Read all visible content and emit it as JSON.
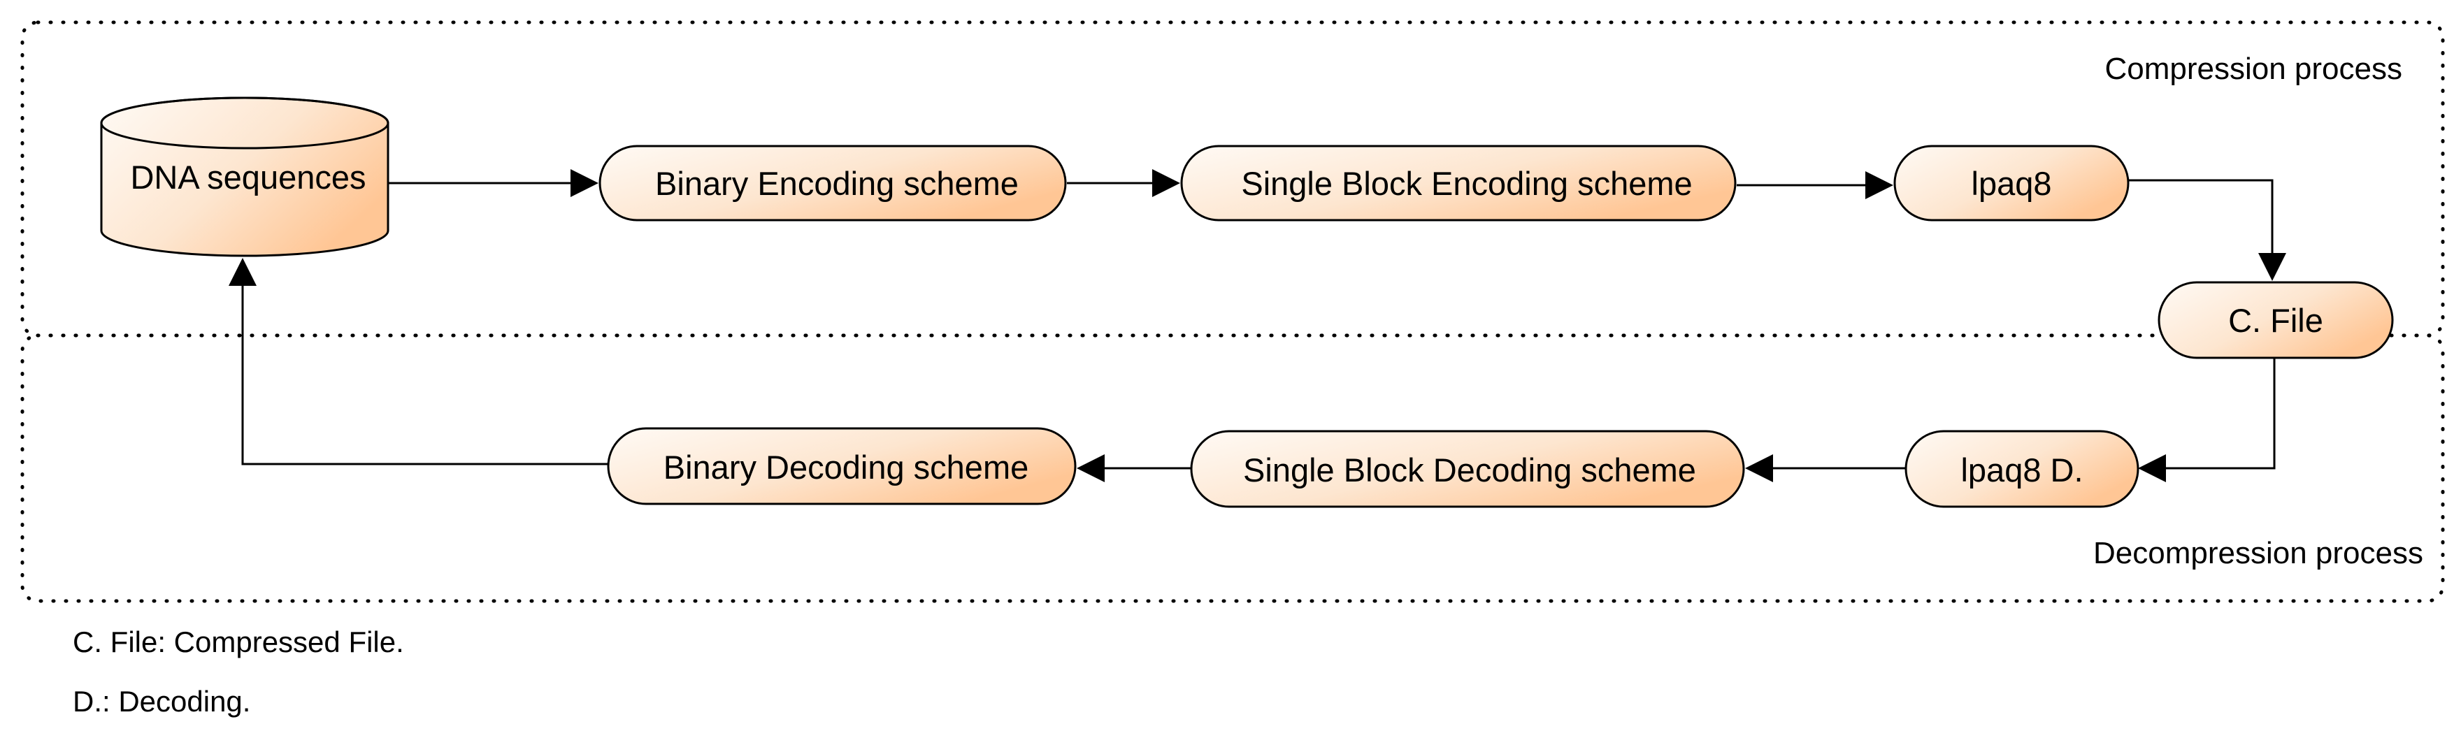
{
  "diagram": {
    "regions": {
      "compression_label": "Compression process",
      "decompression_label": "Decompression process"
    },
    "nodes": {
      "dna_sequences": "DNA sequences",
      "binary_encoding": "Binary Encoding scheme",
      "single_block_encoding": "Single Block Encoding scheme",
      "lpaq8": "lpaq8",
      "compressed_file": "C. File",
      "lpaq8_decoding": "lpaq8 D.",
      "single_block_decoding": "Single Block Decoding scheme",
      "binary_decoding": "Binary Decoding scheme"
    },
    "legend": {
      "cfile": "C. File: Compressed File.",
      "decoding": "D.: Decoding."
    },
    "colors": {
      "node_fill_light": "#fffaf5",
      "node_fill_dark": "#ffc695",
      "stroke": "#000000"
    }
  }
}
